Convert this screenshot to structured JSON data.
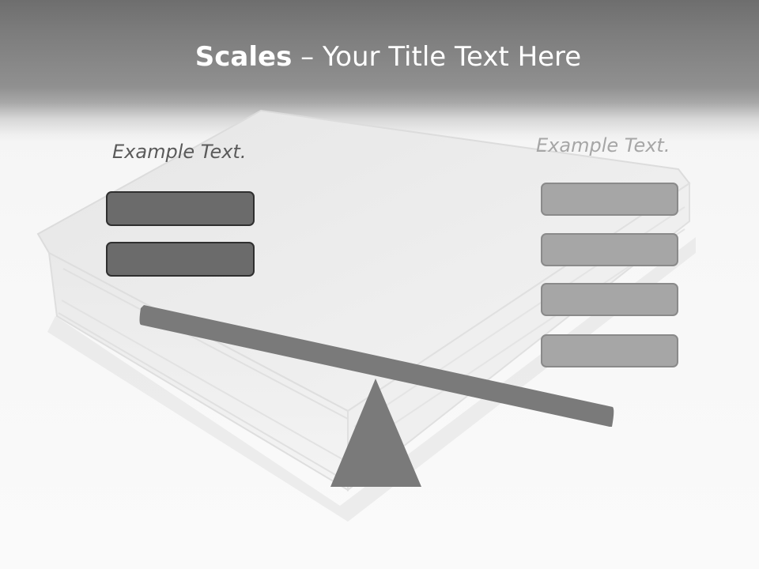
{
  "slide": {
    "title_bold": "Scales",
    "title_rest": " – Your Title Text Here"
  },
  "left_side": {
    "caption": "Example Text.",
    "box_count": 2
  },
  "right_side": {
    "caption": "Example Text.",
    "box_count": 4
  },
  "colors": {
    "header_gray": "#7c7c7c",
    "beam": "#7a7a7a",
    "fulcrum": "#7a7a7a",
    "left_box_fill": "#6b6b6b",
    "right_box_fill": "#a6a6a6"
  }
}
